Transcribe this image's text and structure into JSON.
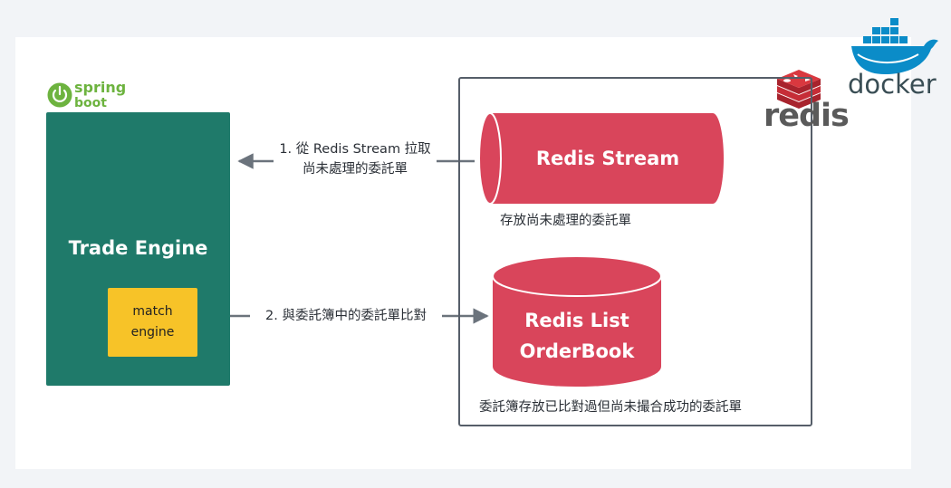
{
  "spring_logo": {
    "line1": "spring",
    "line2": "boot"
  },
  "trade_engine": {
    "title": "Trade Engine"
  },
  "match_engine": {
    "line1": "match",
    "line2": "engine"
  },
  "redis_stream": {
    "title": "Redis Stream",
    "caption": "存放尚未處理的委託單"
  },
  "redis_list": {
    "line1": "Redis List",
    "line2": "OrderBook",
    "caption": "委託簿存放已比對過但尚未撮合成功的委託單"
  },
  "arrow1": {
    "line1": "1. 從 Redis Stream 拉取",
    "line2": "尚未處理的委託單"
  },
  "arrow2": {
    "label": "2. 與委託簿中的委託單比對"
  },
  "redis_logo": {
    "word": "redis"
  },
  "docker_logo": {
    "word": "docker"
  },
  "colors": {
    "redis_red": "#d9455b",
    "engine_green": "#1f7a6a",
    "match_yellow": "#f7c328",
    "spring_green": "#6db33f",
    "arrow_gray": "#6b737c"
  }
}
